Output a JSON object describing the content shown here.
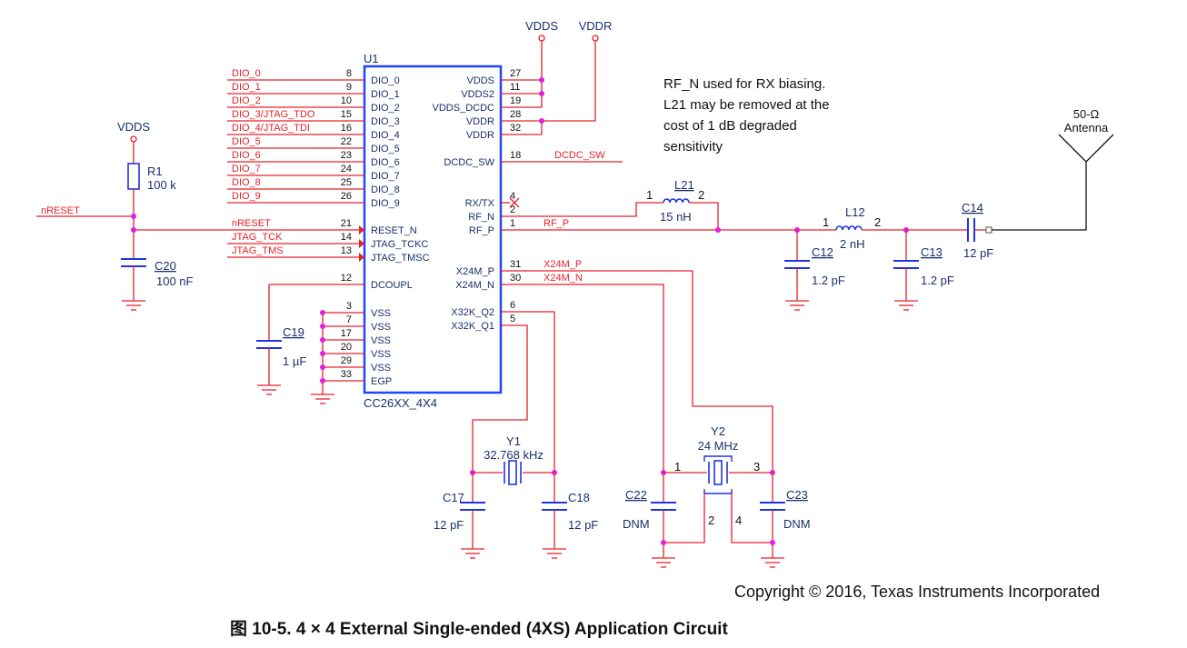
{
  "colors": {
    "wire": "#e8202a",
    "component": "#2233dd",
    "chip_outline": "#2244ff",
    "junction": "#e020e0",
    "label": "#1a2f6e"
  },
  "chip": {
    "ref": "U1",
    "part": "CC26XX_4X4",
    "left_pins": [
      {
        "net": "DIO_0",
        "num": "8",
        "name": "DIO_0"
      },
      {
        "net": "DIO_1",
        "num": "9",
        "name": "DIO_1"
      },
      {
        "net": "DIO_2",
        "num": "10",
        "name": "DIO_2"
      },
      {
        "net": "DIO_3/JTAG_TDO",
        "num": "15",
        "name": "DIO_3"
      },
      {
        "net": "DIO_4/JTAG_TDI",
        "num": "16",
        "name": "DIO_4"
      },
      {
        "net": "DIO_5",
        "num": "22",
        "name": "DIO_5"
      },
      {
        "net": "DIO_6",
        "num": "23",
        "name": "DIO_6"
      },
      {
        "net": "DIO_7",
        "num": "24",
        "name": "DIO_7"
      },
      {
        "net": "DIO_8",
        "num": "25",
        "name": "DIO_8"
      },
      {
        "net": "DIO_9",
        "num": "26",
        "name": "DIO_9"
      },
      {
        "net": "nRESET",
        "num": "21",
        "name": "RESET_N"
      },
      {
        "net": "JTAG_TCK",
        "num": "14",
        "name": "JTAG_TCKC"
      },
      {
        "net": "JTAG_TMS",
        "num": "13",
        "name": "JTAG_TMSC"
      },
      {
        "net": "",
        "num": "12",
        "name": "DCOUPL"
      },
      {
        "net": "",
        "num": "3",
        "name": "VSS"
      },
      {
        "net": "",
        "num": "7",
        "name": "VSS"
      },
      {
        "net": "",
        "num": "17",
        "name": "VSS"
      },
      {
        "net": "",
        "num": "20",
        "name": "VSS"
      },
      {
        "net": "",
        "num": "29",
        "name": "VSS"
      },
      {
        "net": "",
        "num": "33",
        "name": "EGP"
      }
    ],
    "right_pins": [
      {
        "net": "",
        "num": "27",
        "name": "VDDS"
      },
      {
        "net": "",
        "num": "11",
        "name": "VDDS2"
      },
      {
        "net": "",
        "num": "19",
        "name": "VDDS_DCDC"
      },
      {
        "net": "",
        "num": "28",
        "name": "VDDR"
      },
      {
        "net": "",
        "num": "32",
        "name": "VDDR"
      },
      {
        "net": "DCDC_SW",
        "num": "18",
        "name": "DCDC_SW"
      },
      {
        "net": "",
        "num": "4",
        "name": "RX/TX"
      },
      {
        "net": "",
        "num": "2",
        "name": "RF_N"
      },
      {
        "net": "RF_P",
        "num": "1",
        "name": "RF_P"
      },
      {
        "net": "X24M_P",
        "num": "31",
        "name": "X24M_P"
      },
      {
        "net": "X24M_N",
        "num": "30",
        "name": "X24M_N"
      },
      {
        "net": "",
        "num": "6",
        "name": "X32K_Q2"
      },
      {
        "net": "",
        "num": "5",
        "name": "X32K_Q1"
      }
    ]
  },
  "power": {
    "vdds_left": "VDDS",
    "vdds_top": "VDDS",
    "vddr_top": "VDDR"
  },
  "nreset_net": "nRESET",
  "components": {
    "R1": {
      "ref": "R1",
      "value": "100 k"
    },
    "C20": {
      "ref": "C20",
      "value": "100 nF"
    },
    "C19": {
      "ref": "C19",
      "value": "1 µF"
    },
    "L21": {
      "ref": "L21",
      "value": "15 nH",
      "pin1": "1",
      "pin2": "2"
    },
    "L12": {
      "ref": "L12",
      "value": "2 nH",
      "pin1": "1",
      "pin2": "2"
    },
    "C12": {
      "ref": "C12",
      "value": "1.2 pF"
    },
    "C13": {
      "ref": "C13",
      "value": "1.2 pF"
    },
    "C14": {
      "ref": "C14",
      "value": "12 pF"
    },
    "Y1": {
      "ref": "Y1",
      "value": "32.768 kHz"
    },
    "C17": {
      "ref": "C17",
      "value": "12 pF"
    },
    "C18": {
      "ref": "C18",
      "value": "12 pF"
    },
    "Y2": {
      "ref": "Y2",
      "value": "24 MHz",
      "pin1": "1",
      "pin2": "2",
      "pin3": "3",
      "pin4": "4"
    },
    "C22": {
      "ref": "C22",
      "value": "DNM"
    },
    "C23": {
      "ref": "C23",
      "value": "DNM"
    }
  },
  "antenna": {
    "line1": "50-Ω",
    "line2": "Antenna"
  },
  "note": [
    "RF_N used for RX biasing.",
    "L21 may be removed at the",
    "cost of 1 dB degraded",
    "sensitivity"
  ],
  "copyright": "Copyright © 2016, Texas Instruments Incorporated",
  "caption": "图 10-5. 4 × 4 External Single-ended (4XS) Application Circuit"
}
